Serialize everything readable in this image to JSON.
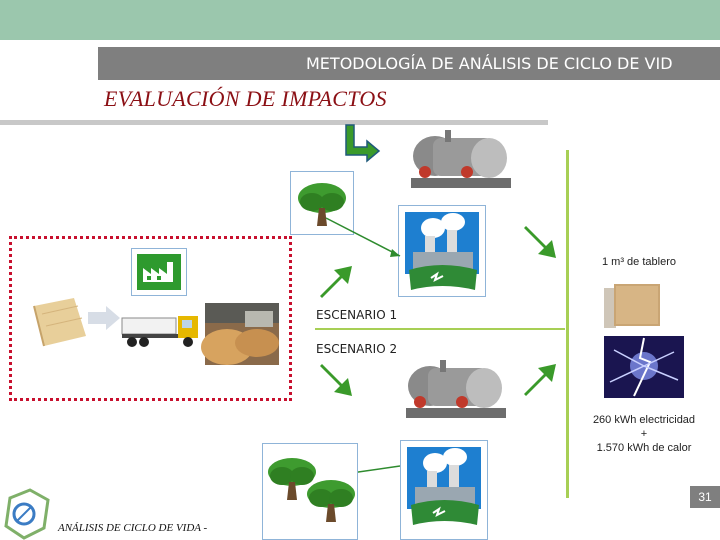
{
  "header": {
    "title": "METODOLOGÍA DE ANÁLISIS DE CICLO DE VID",
    "subtitle": "EVALUACIÓN DE IMPACTOS"
  },
  "flow": {
    "scenario_1": "ESCENARIO 1",
    "scenario_2": "ESCENARIO 2",
    "output_product": "1 m³ de tablero",
    "output_energy_line1": "260 kWh electricidad",
    "output_energy_plus": "+",
    "output_energy_line2": "1.570 kWh de calor"
  },
  "footer": {
    "text": "ANÁLISIS DE CICLO DE VIDA  -",
    "page_number": "31"
  },
  "colors": {
    "top_band": "#9bc7ad",
    "title_bar": "#7f7f7f",
    "subtitle": "#8b0f14",
    "arrow_green": "#3a9a2a",
    "dotted_border": "#c8102e",
    "divider_green": "#a7cf55"
  }
}
